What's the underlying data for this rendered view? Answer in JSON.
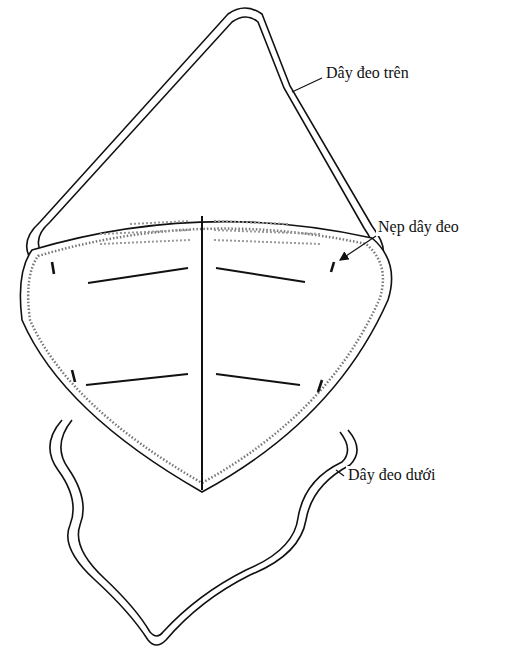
{
  "diagram": {
    "labels": [
      "Dây đeo trên",
      "Nẹp dây đeo",
      "Dây đeo dưới"
    ]
  }
}
